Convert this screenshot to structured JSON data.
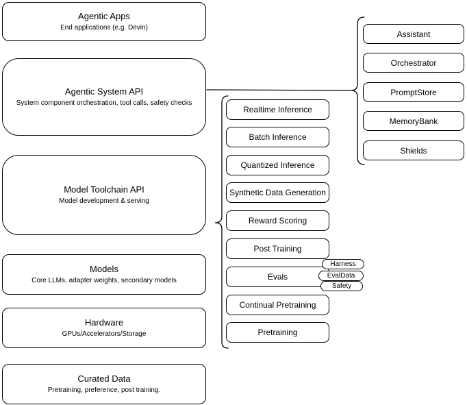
{
  "diagram": {
    "left_column": [
      {
        "title": "Agentic Apps",
        "subtitle": "End applications (e.g. Devin)"
      },
      {
        "title": "Agentic System API",
        "subtitle": "System component orchestration, tool calls, safety checks"
      },
      {
        "title": "Model Toolchain API",
        "subtitle": "Model development & serving"
      },
      {
        "title": "Models",
        "subtitle": "Core LLMs, adapter weights, secondary models"
      },
      {
        "title": "Hardware",
        "subtitle": "GPUs/Accelerators/Storage"
      },
      {
        "title": "Curated Data",
        "subtitle": "Pretraining, preference, post training."
      }
    ],
    "toolchain_services": [
      "Realtime Inference",
      "Batch Inference",
      "Quantized Inference",
      "Synthetic Data Generation",
      "Reward Scoring",
      "Post Training",
      "Evals",
      "Continual Pretraining",
      "Pretraining"
    ],
    "eval_tags": [
      "Harness",
      "EvalData",
      "Safety"
    ],
    "system_components": [
      "Assistant",
      "Orchestrator",
      "PromptStore",
      "MemoryBank",
      "Shields"
    ],
    "colors": {
      "border": "#000000",
      "background": "#ffffff",
      "text": "#000000"
    }
  }
}
